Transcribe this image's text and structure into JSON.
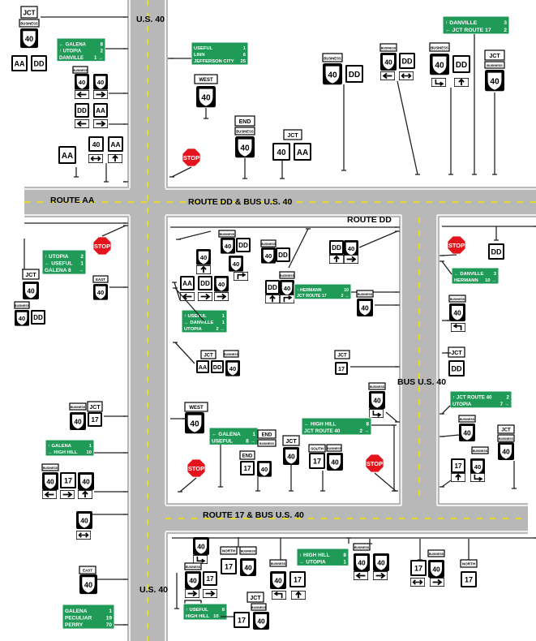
{
  "colors": {
    "road": "#b8b8b8",
    "edge": "#ffffff",
    "center": "#f2e500",
    "guide": "#1f9a57",
    "guide_text": "#ffffff",
    "stop": "#e3141b",
    "pole": "#222222"
  },
  "road_labels": {
    "us40_top": "U.S. 40",
    "us40_bottom": "U.S. 40",
    "route_aa": "ROUTE AA",
    "route_dd_bus40": "ROUTE DD & BUS U.S. 40",
    "route_dd": "ROUTE DD",
    "bus_us40": "BUS U.S. 40",
    "route17_bus40": "ROUTE 17 & BUS U.S. 40"
  },
  "words": {
    "jct": "JCT",
    "business": "BUSINESS",
    "end": "END",
    "west": "WEST",
    "east": "EAST",
    "north": "NORTH",
    "south": "SOUTH",
    "stop": "STOP",
    "n40": "40",
    "n17": "17",
    "aa": "AA",
    "dd": "DD"
  },
  "guides": {
    "g1": {
      "rows": [
        [
          "← GALENA",
          "8"
        ],
        [
          "↑ UTOPIA",
          "2"
        ],
        [
          "DANVILLE",
          "1 →"
        ]
      ]
    },
    "g2": {
      "rows": [
        [
          "USEFUL",
          "1"
        ],
        [
          "LINN",
          "6"
        ],
        [
          "JEFFERSON CITY",
          "25"
        ]
      ]
    },
    "g3": {
      "rows": [
        [
          "↑ DANVILLE",
          "3"
        ],
        [
          "← JCT ROUTE 17",
          "2"
        ]
      ]
    },
    "g4": {
      "rows": [
        [
          "↑ UTOPIA",
          "2"
        ],
        [
          "← USEFUL",
          "1"
        ],
        [
          "GALENA 8",
          "→"
        ]
      ]
    },
    "g5": {
      "rows": [
        [
          "↑ HERMANN",
          "10"
        ],
        [
          "JCT ROUTE 17",
          "2 →"
        ]
      ]
    },
    "g6": {
      "rows": [
        [
          "← DANVILLE",
          "3"
        ],
        [
          "HERMANN",
          "10 →"
        ]
      ]
    },
    "g7": {
      "rows": [
        [
          "↑ USEFUL",
          "1"
        ],
        [
          "← DANVILLE",
          "1"
        ],
        [
          "UTOPIA",
          "2 →"
        ]
      ]
    },
    "g8": {
      "rows": [
        [
          "↑ JCT ROUTE 40",
          "2"
        ],
        [
          "UTOPIA",
          "7 →"
        ]
      ]
    },
    "g9": {
      "rows": [
        [
          "← GALENA",
          "1"
        ],
        [
          "USEFUL",
          "8 →"
        ]
      ]
    },
    "g10": {
      "rows": [
        [
          "← HIGH HILL",
          "8"
        ],
        [
          "JCT ROUTE 40",
          "2 →"
        ]
      ]
    },
    "g11": {
      "rows": [
        [
          "↑ GALENA",
          "1"
        ],
        [
          "← HIGH HILL",
          "10"
        ]
      ]
    },
    "g12": {
      "rows": [
        [
          "↑ HIGH HILL",
          "8"
        ],
        [
          "← UTOPIA",
          "1"
        ]
      ]
    },
    "g13": {
      "rows": [
        [
          "↑ USEFUL",
          "8"
        ],
        [
          "HIGH HILL",
          "10 →"
        ]
      ]
    },
    "g14": {
      "rows": [
        [
          "GALENA",
          "1"
        ],
        [
          "PECULIAR",
          "19"
        ],
        [
          "PERRY",
          "70"
        ]
      ]
    }
  }
}
